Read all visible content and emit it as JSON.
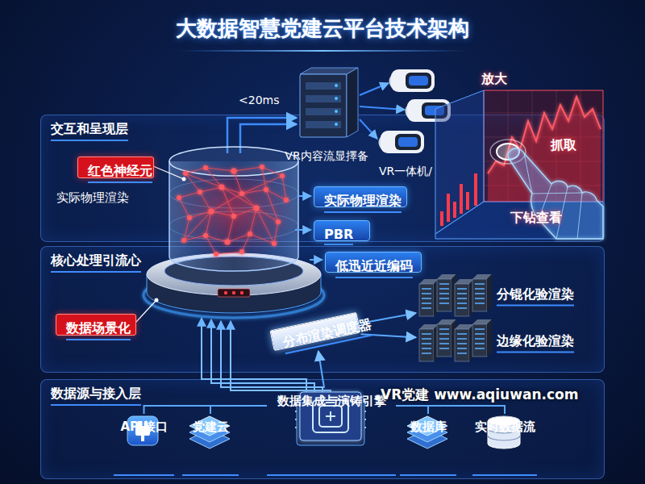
{
  "diagram": {
    "title": "大数据智慧党建云平台技术架构",
    "nodes": [
      {
        "text": [
          "VR内容流显擇备"
        ]
      },
      {
        "text": [
          "放大",
          "抓取",
          "下钻查看"
        ]
      },
      {
        "text": [
          "交互和呈现层"
        ]
      },
      {
        "text": [
          "红色神经元"
        ],
        "in": 2
      },
      {
        "text": [
          "实际物理渲染"
        ],
        "in": 2
      },
      {
        "text": [
          "PBR"
        ],
        "in": 2
      },
      {
        "text": [
          "核心处理引流心"
        ]
      },
      {
        "text": [
          "低迅近近编码"
        ],
        "in": 6
      },
      {
        "text": [
          "数据场景化"
        ],
        "in": 6
      },
      {
        "text": [
          "分布渲染调度器"
        ],
        "in": 6
      },
      {
        "text": [
          "分锟化验渲染"
        ],
        "in": 6
      },
      {
        "text": [
          "边缘化验渲染"
        ],
        "in": 6
      },
      {
        "text": [
          "数据源与接入层"
        ]
      },
      {
        "text": [
          "API接口"
        ],
        "in": 12
      },
      {
        "text": [
          "党建云"
        ],
        "in": 12
      },
      {
        "text": [
          "数据集成与演铸引擎"
        ],
        "in": 12
      },
      {
        "text": [
          "数据库"
        ],
        "in": 12
      },
      {
        "text": [
          "实时数据流"
        ],
        "in": 12
      }
    ],
    "edges": [
      {
        "from": 15,
        "to": 13,
        "arrow": "none"
      },
      {
        "from": 15,
        "to": 14,
        "arrow": "none"
      },
      {
        "from": 15,
        "to": 16,
        "arrow": "none"
      },
      {
        "from": 15,
        "to": 17,
        "arrow": "none"
      },
      {
        "from": 15,
        "to": 9,
        "arrow": "to"
      },
      {
        "from": 9,
        "to": 10,
        "arrow": "to"
      },
      {
        "from": 9,
        "to": 11,
        "arrow": "to"
      }
    ],
    "labels": [
      "<20ms",
      "VR一体机/",
      "实际物理渲染",
      "VR党建 www.aqiuwan.com"
    ]
  }
}
